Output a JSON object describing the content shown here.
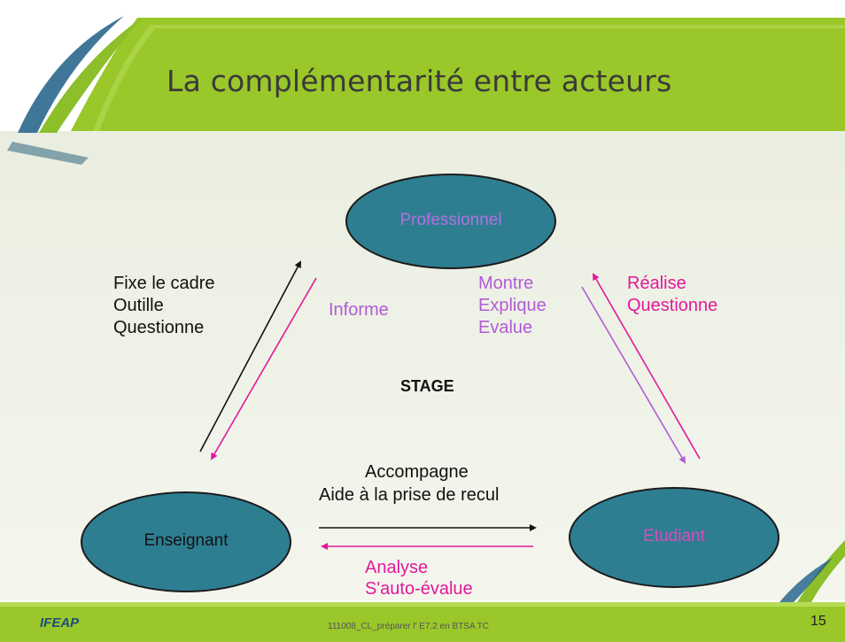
{
  "slide": {
    "title": "La complémentarité entre acteurs",
    "page_number": "15",
    "footer": "111008_CL_préparer l' E7.2 en BTSA TC",
    "logo_text": "IFEAP",
    "colors": {
      "header_green": "#9ac729",
      "node_fill": "#2e7e91",
      "pink": "#e0199a",
      "violet": "#b25bd6"
    }
  },
  "diagram": {
    "nodes": {
      "professionnel": "Professionnel",
      "enseignant": "Enseignant",
      "etudiant": "Etudiant"
    },
    "center_label": "STAGE",
    "edges": {
      "enseignant_to_pro": [
        "Fixe le cadre",
        "Outille",
        "Questionne"
      ],
      "pro_to_enseignant": [
        "Informe"
      ],
      "pro_to_etudiant": [
        "Montre",
        "Explique",
        "Evalue"
      ],
      "etudiant_to_pro": [
        "Réalise",
        "Questionne"
      ],
      "enseignant_to_etudiant": [
        "Accompagne",
        "Aide à la prise de recul"
      ],
      "etudiant_to_enseignant": [
        "Analyse",
        "S'auto-évalue"
      ]
    }
  }
}
